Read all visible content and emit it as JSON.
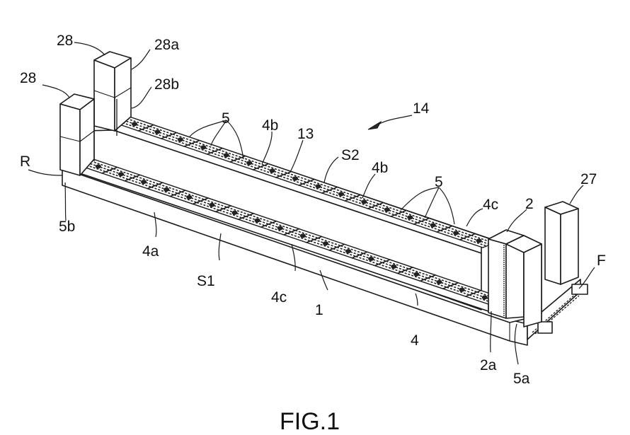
{
  "figure": {
    "caption": "FIG.1",
    "type": "patent-isometric-drawing",
    "colors": {
      "ink": "#1a1a1a",
      "background": "#ffffff"
    }
  },
  "labels": [
    {
      "id": "label-28-rear",
      "text": "28"
    },
    {
      "id": "label-28a",
      "text": "28a"
    },
    {
      "id": "label-28-front",
      "text": "28"
    },
    {
      "id": "label-28b",
      "text": "28b"
    },
    {
      "id": "label-R",
      "text": "R"
    },
    {
      "id": "label-5-upper-left",
      "text": "5"
    },
    {
      "id": "label-4b-left",
      "text": "4b"
    },
    {
      "id": "label-13",
      "text": "13"
    },
    {
      "id": "label-14",
      "text": "14"
    },
    {
      "id": "label-S2",
      "text": "S2"
    },
    {
      "id": "label-4b-right",
      "text": "4b"
    },
    {
      "id": "label-5-upper-right",
      "text": "5"
    },
    {
      "id": "label-4c-upper",
      "text": "4c"
    },
    {
      "id": "label-2",
      "text": "2"
    },
    {
      "id": "label-27",
      "text": "27"
    },
    {
      "id": "label-F",
      "text": "F"
    },
    {
      "id": "label-5b",
      "text": "5b"
    },
    {
      "id": "label-4a",
      "text": "4a"
    },
    {
      "id": "label-S1",
      "text": "S1"
    },
    {
      "id": "label-4c-lower",
      "text": "4c"
    },
    {
      "id": "label-1",
      "text": "1"
    },
    {
      "id": "label-4",
      "text": "4"
    },
    {
      "id": "label-2a",
      "text": "2a"
    },
    {
      "id": "label-5a",
      "text": "5a"
    }
  ]
}
